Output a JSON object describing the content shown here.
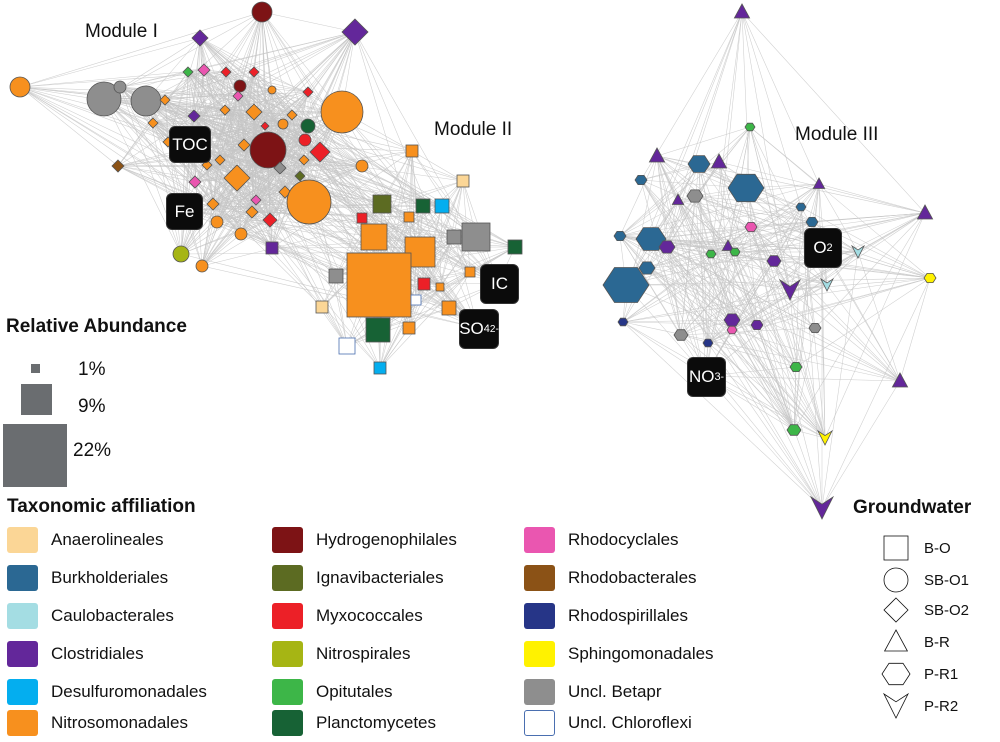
{
  "modules": [
    "Module I",
    "Module II",
    "Module III"
  ],
  "environment_nodes": {
    "toc": "TOC",
    "fe": "Fe",
    "ic": "IC",
    "o2": {
      "base": "O",
      "sub": "2"
    },
    "so4": {
      "base": "SO",
      "sub": "4",
      "sup": "2-"
    },
    "no3": {
      "base": "NO",
      "sub": "3",
      "sup": "-"
    }
  },
  "relative_abundance": {
    "title": "Relative Abundance",
    "levels": [
      "1%",
      "9%",
      "22%"
    ]
  },
  "taxonomy": {
    "title": "Taxonomic affiliation",
    "items": [
      {
        "label": "Anaerolineales",
        "color": "#fbd696"
      },
      {
        "label": "Burkholderiales",
        "color": "#2b6893"
      },
      {
        "label": "Caulobacterales",
        "color": "#a4dde3"
      },
      {
        "label": "Clostridiales",
        "color": "#63279a"
      },
      {
        "label": "Desulfuromonadales",
        "color": "#04aeef"
      },
      {
        "label": "Nitrosomonadales",
        "color": "#f7901e"
      },
      {
        "label": "Hydrogenophilales",
        "color": "#7d1315"
      },
      {
        "label": "Ignavibacteriales",
        "color": "#5c6b22"
      },
      {
        "label": "Myxococcales",
        "color": "#ec2027"
      },
      {
        "label": "Nitrospirales",
        "color": "#a6b514"
      },
      {
        "label": "Opitutales",
        "color": "#3db648"
      },
      {
        "label": "Planctomycetes",
        "color": "#176235"
      },
      {
        "label": "Rhodocyclales",
        "color": "#ea56b0"
      },
      {
        "label": "Rhodobacterales",
        "color": "#8b5216"
      },
      {
        "label": "Rhodospirillales",
        "color": "#263587"
      },
      {
        "label": "Sphingomonadales",
        "color": "#fff200"
      },
      {
        "label": "Uncl. Betapr",
        "color": "#8e8e8e"
      },
      {
        "label": "Uncl. Chloroflexi",
        "color": "#ffffff"
      }
    ]
  },
  "groundwater": {
    "title": "Groundwater",
    "items": [
      {
        "label": "B-O",
        "shape": "square-icon"
      },
      {
        "label": "SB-O1",
        "shape": "circle-icon"
      },
      {
        "label": "SB-O2",
        "shape": "diamond-icon"
      },
      {
        "label": "B-R",
        "shape": "triangle-icon"
      },
      {
        "label": "P-R1",
        "shape": "hexagon-icon"
      },
      {
        "label": "P-R2",
        "shape": "arrow-down-icon"
      }
    ]
  }
}
